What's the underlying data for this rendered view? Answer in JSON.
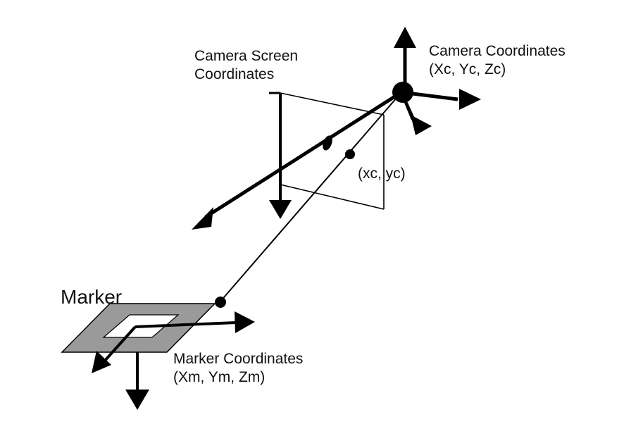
{
  "diagram": {
    "camera_screen_label": [
      "Camera Screen",
      "Coordinates"
    ],
    "camera_coords_label": [
      "Camera Coordinates",
      "(Xc, Yc, Zc)"
    ],
    "image_point_label": "(xc, yc)",
    "marker_title": "Marker",
    "marker_coords_label": [
      "Marker Coordinates",
      "(Xm, Ym, Zm)"
    ],
    "colors": {
      "ink": "#000000",
      "marker_fill": "#9a9a9a",
      "marker_hole": "#ffffff"
    }
  }
}
